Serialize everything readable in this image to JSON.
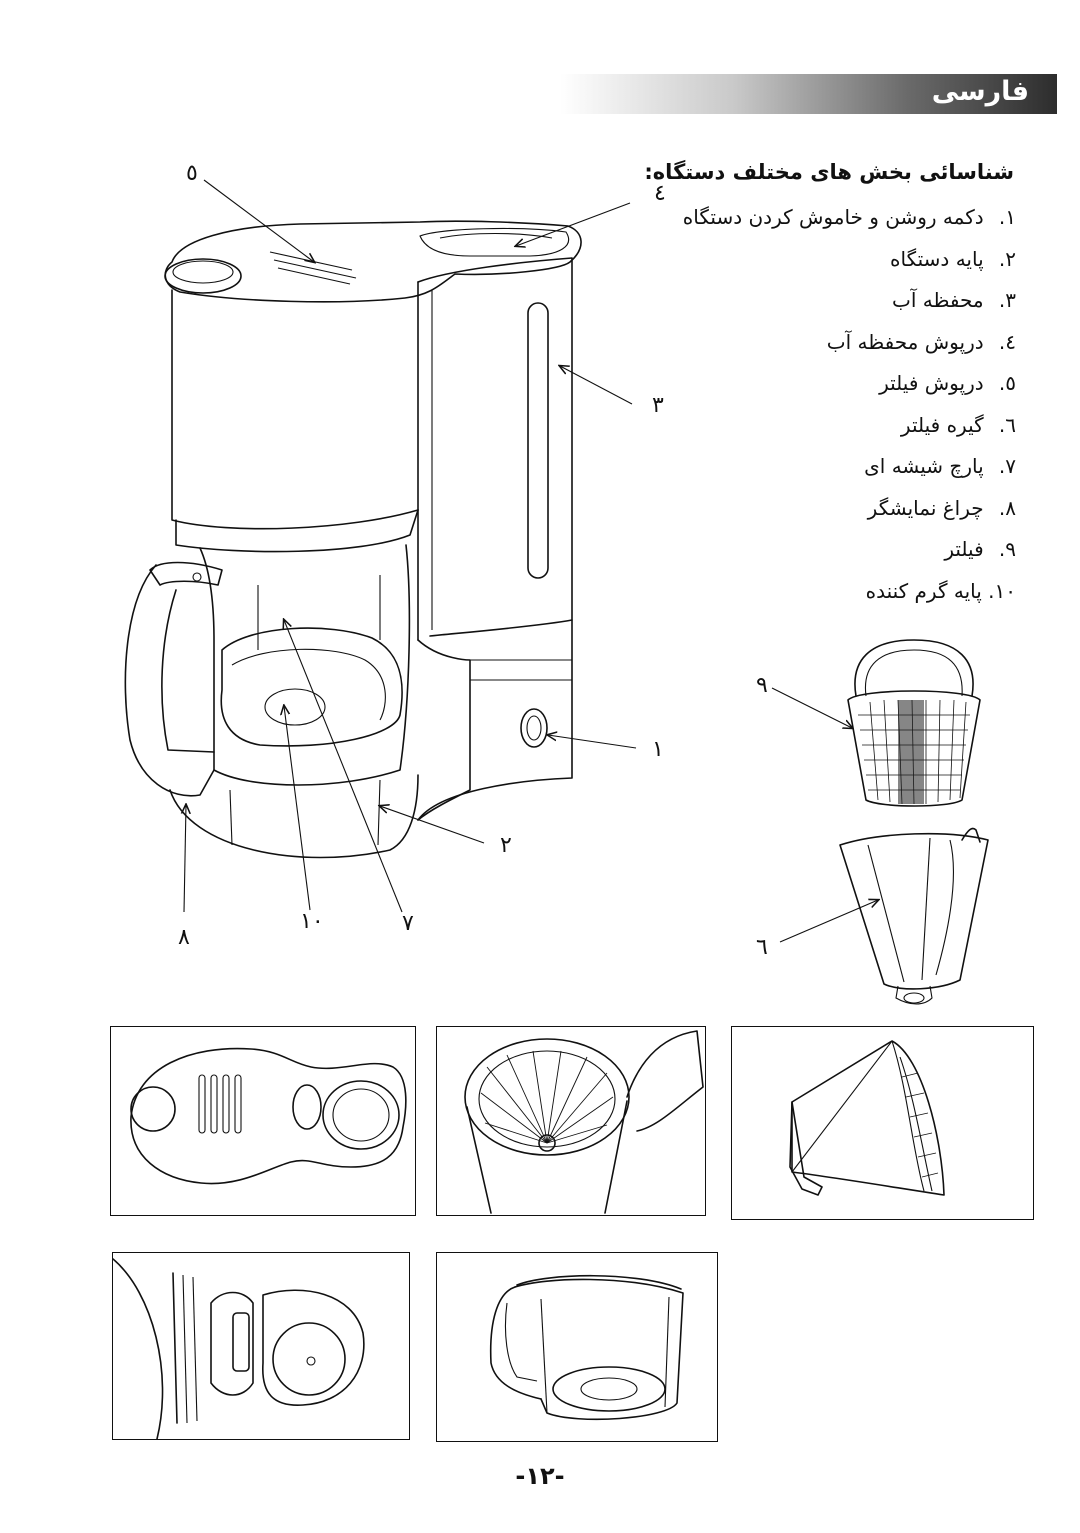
{
  "header": {
    "title": "فارسی"
  },
  "parts": {
    "heading": "شناسائی بخش های مختلف دستگاه:",
    "items": [
      {
        "num": "١.",
        "label": "دکمه روشن و خاموش کردن دستگاه"
      },
      {
        "num": "٢.",
        "label": "پایه دستگاه"
      },
      {
        "num": "٣.",
        "label": "محفظه آب"
      },
      {
        "num": "٤.",
        "label": "درپوش محفظه آب"
      },
      {
        "num": "٥.",
        "label": "درپوش فیلتر"
      },
      {
        "num": "٦.",
        "label": "گیره فیلتر"
      },
      {
        "num": "٧.",
        "label": "پارچ شیشه ای"
      },
      {
        "num": "٨.",
        "label": "چراغ نمایشگر"
      },
      {
        "num": "٩.",
        "label": "فیلتر"
      },
      {
        "num": "١٠.",
        "label": "پایه گرم کننده"
      }
    ]
  },
  "callouts": [
    "١",
    "٢",
    "٣",
    "٤",
    "٥",
    "٦",
    "٧",
    "٨",
    "٩",
    "١٠"
  ],
  "page_number": "-١٢-"
}
